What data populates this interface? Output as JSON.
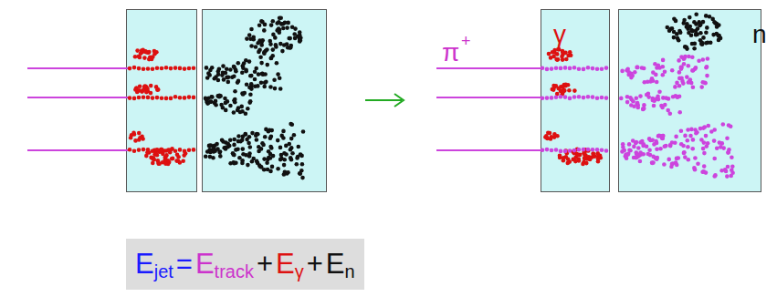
{
  "diagram": {
    "labels": [
      "π",
      "+",
      "γ",
      "n",
      "E",
      "jet",
      "=",
      "E",
      "track",
      "+",
      "E",
      "γ",
      "+",
      "E",
      "n"
    ]
  }
}
